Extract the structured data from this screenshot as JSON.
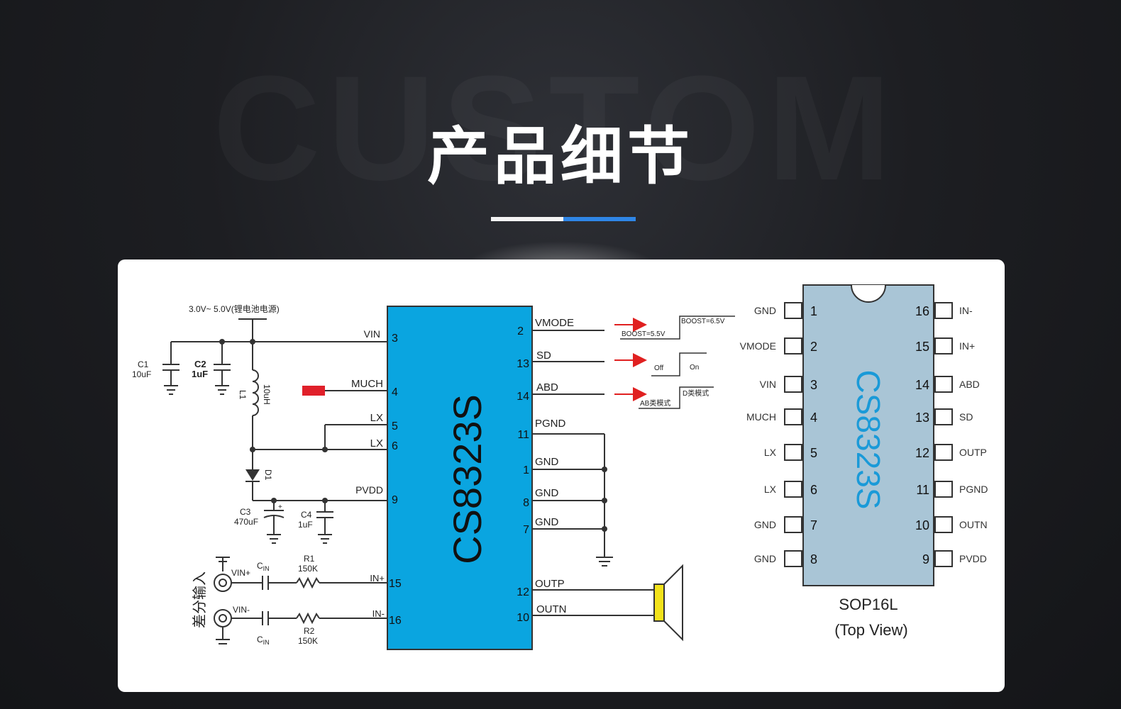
{
  "watermark": "CUSTOM",
  "title": "产品细节",
  "colors": {
    "chip": "#0aa5e0",
    "package": "#a9c5d6",
    "accent": "#2f86e6",
    "arrow": "#e02020"
  },
  "schematic": {
    "supply_label": "3.0V~ 5.0V(锂电池电源)",
    "chip_name": "CS8323S",
    "c1": {
      "name": "C1",
      "value": "10uF"
    },
    "c2": {
      "name": "C2",
      "value": "1uF"
    },
    "l1": {
      "name": "L1",
      "value": "10uH"
    },
    "d1": "D1",
    "c3": {
      "name": "C3",
      "value": "470uF"
    },
    "c4": {
      "name": "C4",
      "value": "1uF"
    },
    "r1": {
      "name": "R1",
      "value": "150K"
    },
    "r2": {
      "name": "R2",
      "value": "150K"
    },
    "cin": "C",
    "cin_sub": "IN",
    "vin_plus": "VIN+",
    "vin_minus": "VIN-",
    "diff_input": "差分输入",
    "left_pins": [
      {
        "label": "VIN",
        "num": "3"
      },
      {
        "label": "MUCH",
        "num": "4"
      },
      {
        "label": "LX",
        "num": "5"
      },
      {
        "label": "LX",
        "num": "6"
      },
      {
        "label": "PVDD",
        "num": "9"
      },
      {
        "label": "IN+",
        "num": "15"
      },
      {
        "label": "IN-",
        "num": "16"
      }
    ],
    "right_pins": [
      {
        "label": "VMODE",
        "num": "2"
      },
      {
        "label": "SD",
        "num": "13"
      },
      {
        "label": "ABD",
        "num": "14"
      },
      {
        "label": "PGND",
        "num": "11"
      },
      {
        "label": "GND",
        "num": "1"
      },
      {
        "label": "GND",
        "num": "8"
      },
      {
        "label": "GND",
        "num": "7"
      },
      {
        "label": "OUTP",
        "num": "12"
      },
      {
        "label": "OUTN",
        "num": "10"
      }
    ],
    "vmode_low": "BOOST=5.5V",
    "vmode_high": "BOOST=6.5V",
    "sd_off": "Off",
    "sd_on": "On",
    "abd_low": "AB类模式",
    "abd_high": "D类模式"
  },
  "package": {
    "chip_name": "CS8323S",
    "name": "SOP16L",
    "view": "(Top View)",
    "left": [
      {
        "num": "1",
        "label": "GND"
      },
      {
        "num": "2",
        "label": "VMODE"
      },
      {
        "num": "3",
        "label": "VIN"
      },
      {
        "num": "4",
        "label": "MUCH"
      },
      {
        "num": "5",
        "label": "LX"
      },
      {
        "num": "6",
        "label": "LX"
      },
      {
        "num": "7",
        "label": "GND"
      },
      {
        "num": "8",
        "label": "GND"
      }
    ],
    "right": [
      {
        "num": "16",
        "label": "IN-"
      },
      {
        "num": "15",
        "label": "IN+"
      },
      {
        "num": "14",
        "label": "ABD"
      },
      {
        "num": "13",
        "label": "SD"
      },
      {
        "num": "12",
        "label": "OUTP"
      },
      {
        "num": "11",
        "label": "PGND"
      },
      {
        "num": "10",
        "label": "OUTN"
      },
      {
        "num": "9",
        "label": "PVDD"
      }
    ]
  }
}
